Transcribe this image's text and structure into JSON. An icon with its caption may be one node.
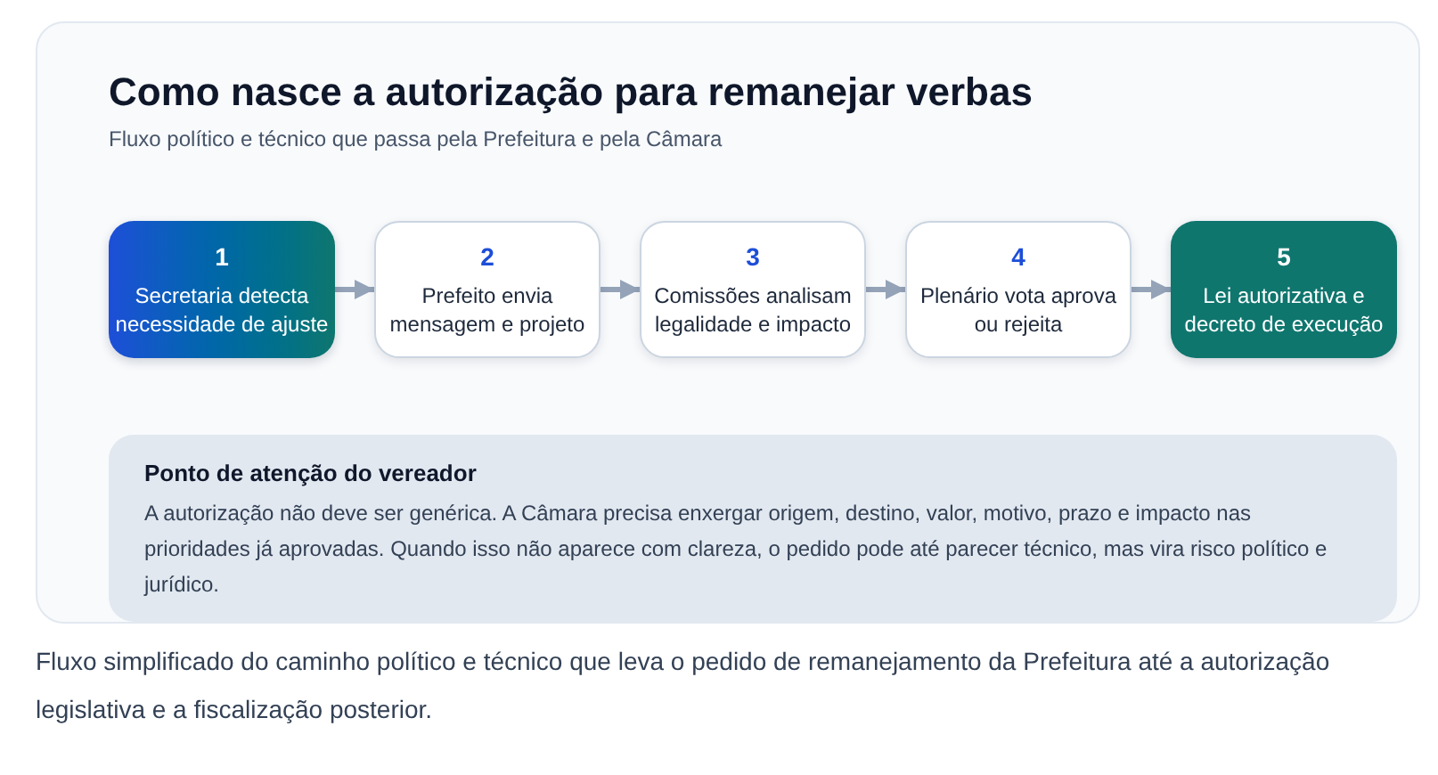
{
  "diagram": {
    "title": "Como nasce a autorização para remanejar verbas",
    "caption": "Fluxo simplificado do caminho político e técnico que leva o pedido de remanejamento da Prefeitura até a autorização legislativa e a fiscalização posterior.",
    "nodes": [
      {
        "text": [
          "1",
          "Secretaria detecta necessidade de ajuste"
        ]
      },
      {
        "text": [
          "2",
          "Prefeito envia mensagem e projeto"
        ]
      },
      {
        "text": [
          "3",
          "Comissões analisam legalidade e impacto"
        ]
      },
      {
        "text": [
          "4",
          "Plenário vota aprova ou rejeita"
        ]
      },
      {
        "text": [
          "5",
          "Lei autorizativa e decreto de execução"
        ]
      },
      {
        "text": [
          "Ponto de atenção do vereador",
          "A autorização não deve ser genérica. A Câmara precisa enxergar origem, destino, valor, motivo, prazo e impacto nas prioridades já aprovadas. Quando isso não aparece com clareza, o pedido pode até parecer técnico, mas vira risco político e jurídico."
        ]
      }
    ],
    "edges": [
      {
        "from": 0,
        "to": 1,
        "arrow": "to"
      },
      {
        "from": 1,
        "to": 2,
        "arrow": "to"
      },
      {
        "from": 2,
        "to": 3,
        "arrow": "to"
      },
      {
        "from": 3,
        "to": 4,
        "arrow": "to"
      }
    ],
    "labels": [
      "Fluxo político e técnico que passa pela Prefeitura e pela Câmara"
    ]
  }
}
